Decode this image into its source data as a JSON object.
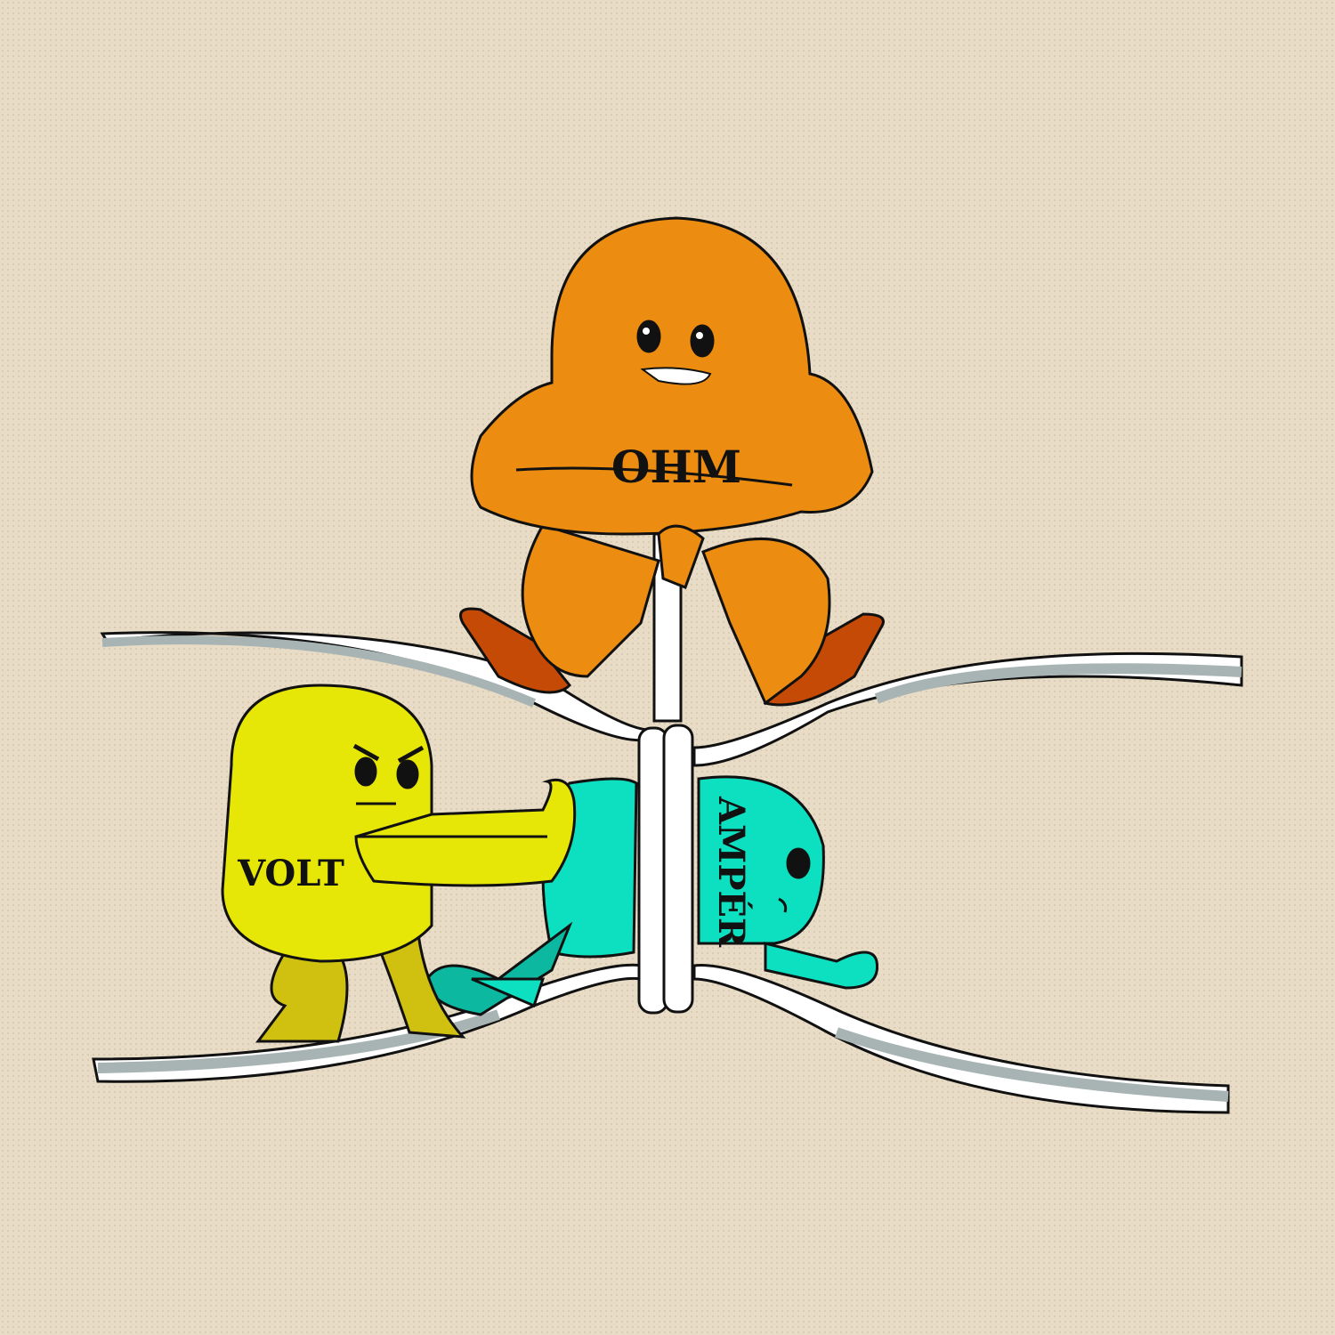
{
  "labels": {
    "ohm": "OHM",
    "volt": "VOLT",
    "amper": "AMPÉR"
  },
  "colors": {
    "background": "#e8dcc6",
    "ohm": "#ec8c10",
    "ohm_shadow": "#c54a06",
    "volt": "#e6e607",
    "volt_shadow": "#d0c010",
    "amper": "#0de0c0",
    "amper_shadow": "#0cb8a0",
    "pipe": "#ffffff",
    "pipe_shadow": "#a8b4b4"
  }
}
